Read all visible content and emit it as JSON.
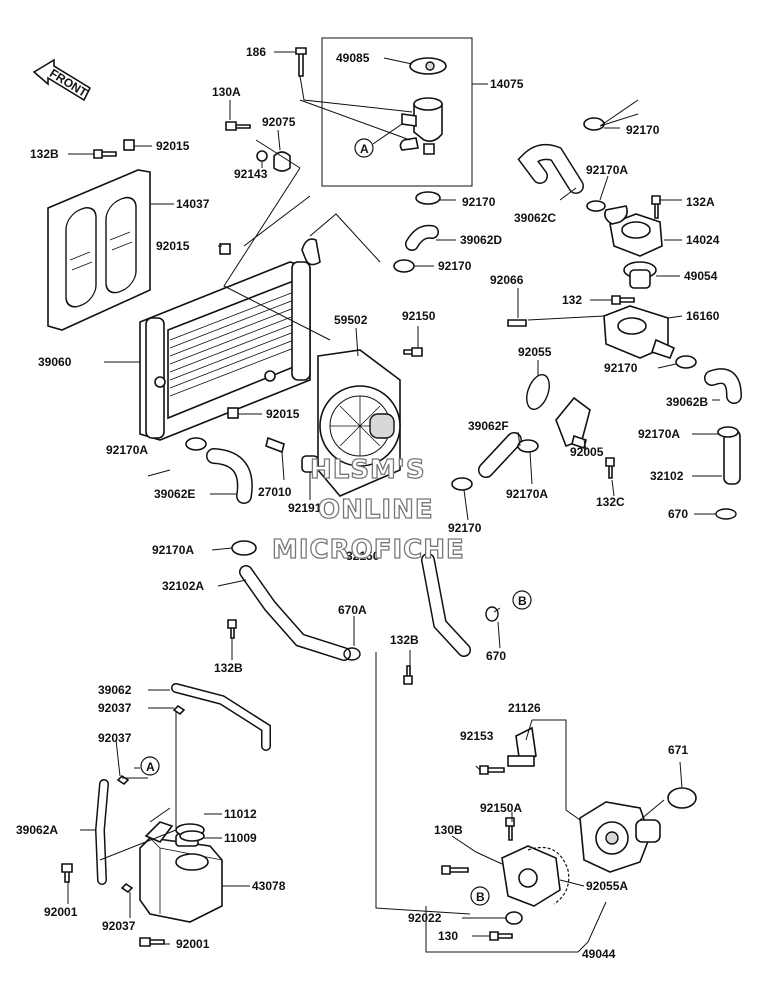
{
  "front_label": "FRONT",
  "watermark": {
    "line1": "HLSM'S",
    "line2": "ONLINE",
    "line3": "MICROFICHE"
  },
  "callouts": {
    "a": "A",
    "b": "B"
  },
  "labels": {
    "p186": "186",
    "p49085": "49085",
    "p14075": "14075",
    "p130A": "130A",
    "p92075": "92075",
    "p92015a": "92015",
    "p132Ba": "132B",
    "p92143": "92143",
    "p92170a": "92170",
    "p92170A_a": "92170A",
    "p132A": "132A",
    "p14037": "14037",
    "p92170b": "92170",
    "p39062C": "39062C",
    "p14024": "14024",
    "p92015b": "92015",
    "p39062D": "39062D",
    "p92170c": "92170",
    "p49054": "49054",
    "p92066": "92066",
    "p132": "132",
    "p16160": "16160",
    "p59502": "59502",
    "p92150": "92150",
    "p39060": "39060",
    "p92055": "92055",
    "p92170d": "92170",
    "p39062B": "39062B",
    "p92015c": "92015",
    "p39062F": "39062F",
    "p92170A_b": "92170A",
    "p92170A_c": "92170A",
    "p92005": "92005",
    "p32102": "32102",
    "p39062E": "39062E",
    "p27010": "27010",
    "p92191": "92191",
    "p92170A_d": "92170A",
    "p132C": "132C",
    "p670a": "670",
    "p92170e": "92170",
    "p92170A_e": "92170A",
    "p32150": "32150",
    "p32102A": "32102A",
    "p670A": "670A",
    "p132Bb": "132B",
    "p670b": "670",
    "p132Bc": "132B",
    "p39062": "39062",
    "p92037a": "92037",
    "p21126": "21126",
    "p92153": "92153",
    "p671": "671",
    "p92037b": "92037",
    "p11012": "11012",
    "p39062A": "39062A",
    "p11009": "11009",
    "p92150A": "92150A",
    "p130B": "130B",
    "p43078": "43078",
    "p92055A": "92055A",
    "p92001a": "92001",
    "p92037c": "92037",
    "p92022": "92022",
    "p130": "130",
    "p92001b": "92001",
    "p49044": "49044"
  }
}
